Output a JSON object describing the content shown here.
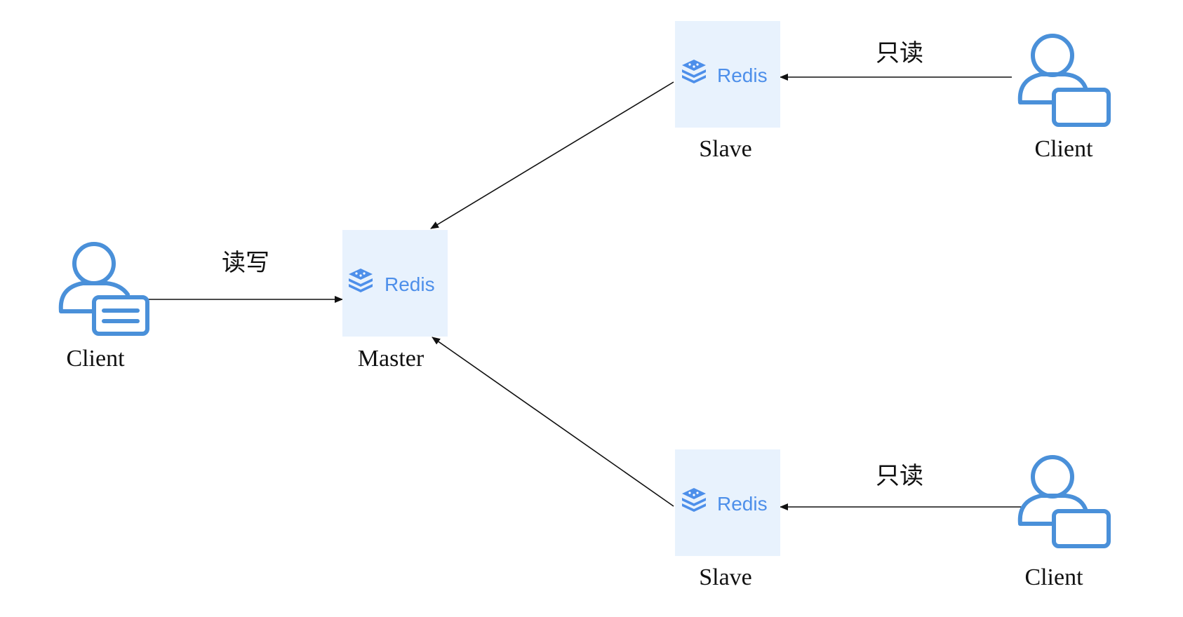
{
  "nodes": {
    "master": {
      "logo_text": "Redis",
      "label": "Master"
    },
    "slave_top": {
      "logo_text": "Redis",
      "label": "Slave"
    },
    "slave_bottom": {
      "logo_text": "Redis",
      "label": "Slave"
    },
    "client_left": {
      "label": "Client",
      "icon": "user-card-icon"
    },
    "client_top_right": {
      "label": "Client",
      "icon": "user-laptop-icon"
    },
    "client_bottom_right": {
      "label": "Client",
      "icon": "user-laptop-icon"
    }
  },
  "edges": {
    "client_to_master": "读写",
    "client_to_slave_top": "只读",
    "client_to_slave_bottom": "只读"
  },
  "colors": {
    "box_fill": "#e8f2fd",
    "icon_blue": "#4d8fea",
    "client_blue": "#4a90d9",
    "line": "#111111"
  }
}
